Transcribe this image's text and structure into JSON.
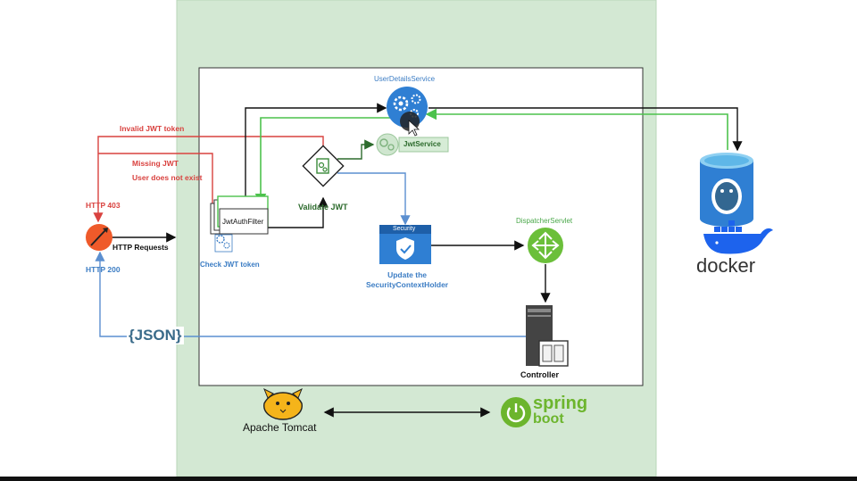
{
  "diagram": {
    "nodes": {
      "user_details_service": "UserDetailsService",
      "jwt_service": "JwtService",
      "jwt_auth_filter": "JwtAuthFilter",
      "check_jwt": "Check JWT token",
      "validate_jwt": "Validate JWT",
      "security_badge": "Security",
      "update_context": "Update the\nSecurityContextHolder",
      "dispatcher_servlet": "DispatcherServlet",
      "controller": "Controller",
      "http_requests": "HTTP Requests",
      "json": "{JSON}",
      "tomcat": "Apache Tomcat",
      "spring": "spring",
      "boot": "boot",
      "docker": "docker"
    },
    "status_labels": {
      "http_403": "HTTP 403",
      "http_200": "HTTP 200",
      "invalid_jwt": "Invalid JWT token",
      "missing_jwt": "Missing JWT",
      "user_not_exist": "User does not exist"
    },
    "colors": {
      "red": "#d9423f",
      "blue": "#3c7dc4",
      "green": "#4cc24c",
      "panel": "#cfe6cf",
      "black": "#111111"
    }
  }
}
